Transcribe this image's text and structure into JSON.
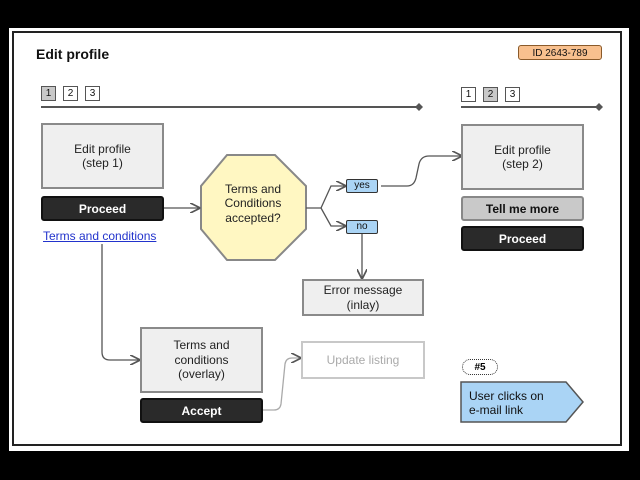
{
  "header": {
    "title": "Edit profile",
    "id_badge": "ID 2643-789"
  },
  "steps_left": [
    "1",
    "2",
    "3"
  ],
  "steps_right": [
    "1",
    "2",
    "3"
  ],
  "boxes": {
    "edit_step1": "Edit profile\n(step 1)",
    "edit_step2": "Edit profile\n(step 2)",
    "error_inlay": "Error message\n(inlay)",
    "terms_overlay": "Terms and\nconditions\n(overlay)",
    "update_listing": "Update listing"
  },
  "buttons": {
    "proceed_left": "Proceed",
    "tell_more": "Tell me more",
    "proceed_right": "Proceed",
    "accept": "Accept"
  },
  "links": {
    "terms": "Terms and conditions"
  },
  "decision": {
    "label": "Terms and\nConditions\naccepted?",
    "yes": "yes",
    "no": "no"
  },
  "annotation": {
    "number": "#5",
    "note": "User clicks on\ne-mail link"
  },
  "colors": {
    "id_badge": "#f8c08e",
    "decision_fill": "#fff7c2",
    "tag_fill": "#aad4f5",
    "note_fill": "#aad4f5",
    "dark_button": "#2a2a2a"
  }
}
